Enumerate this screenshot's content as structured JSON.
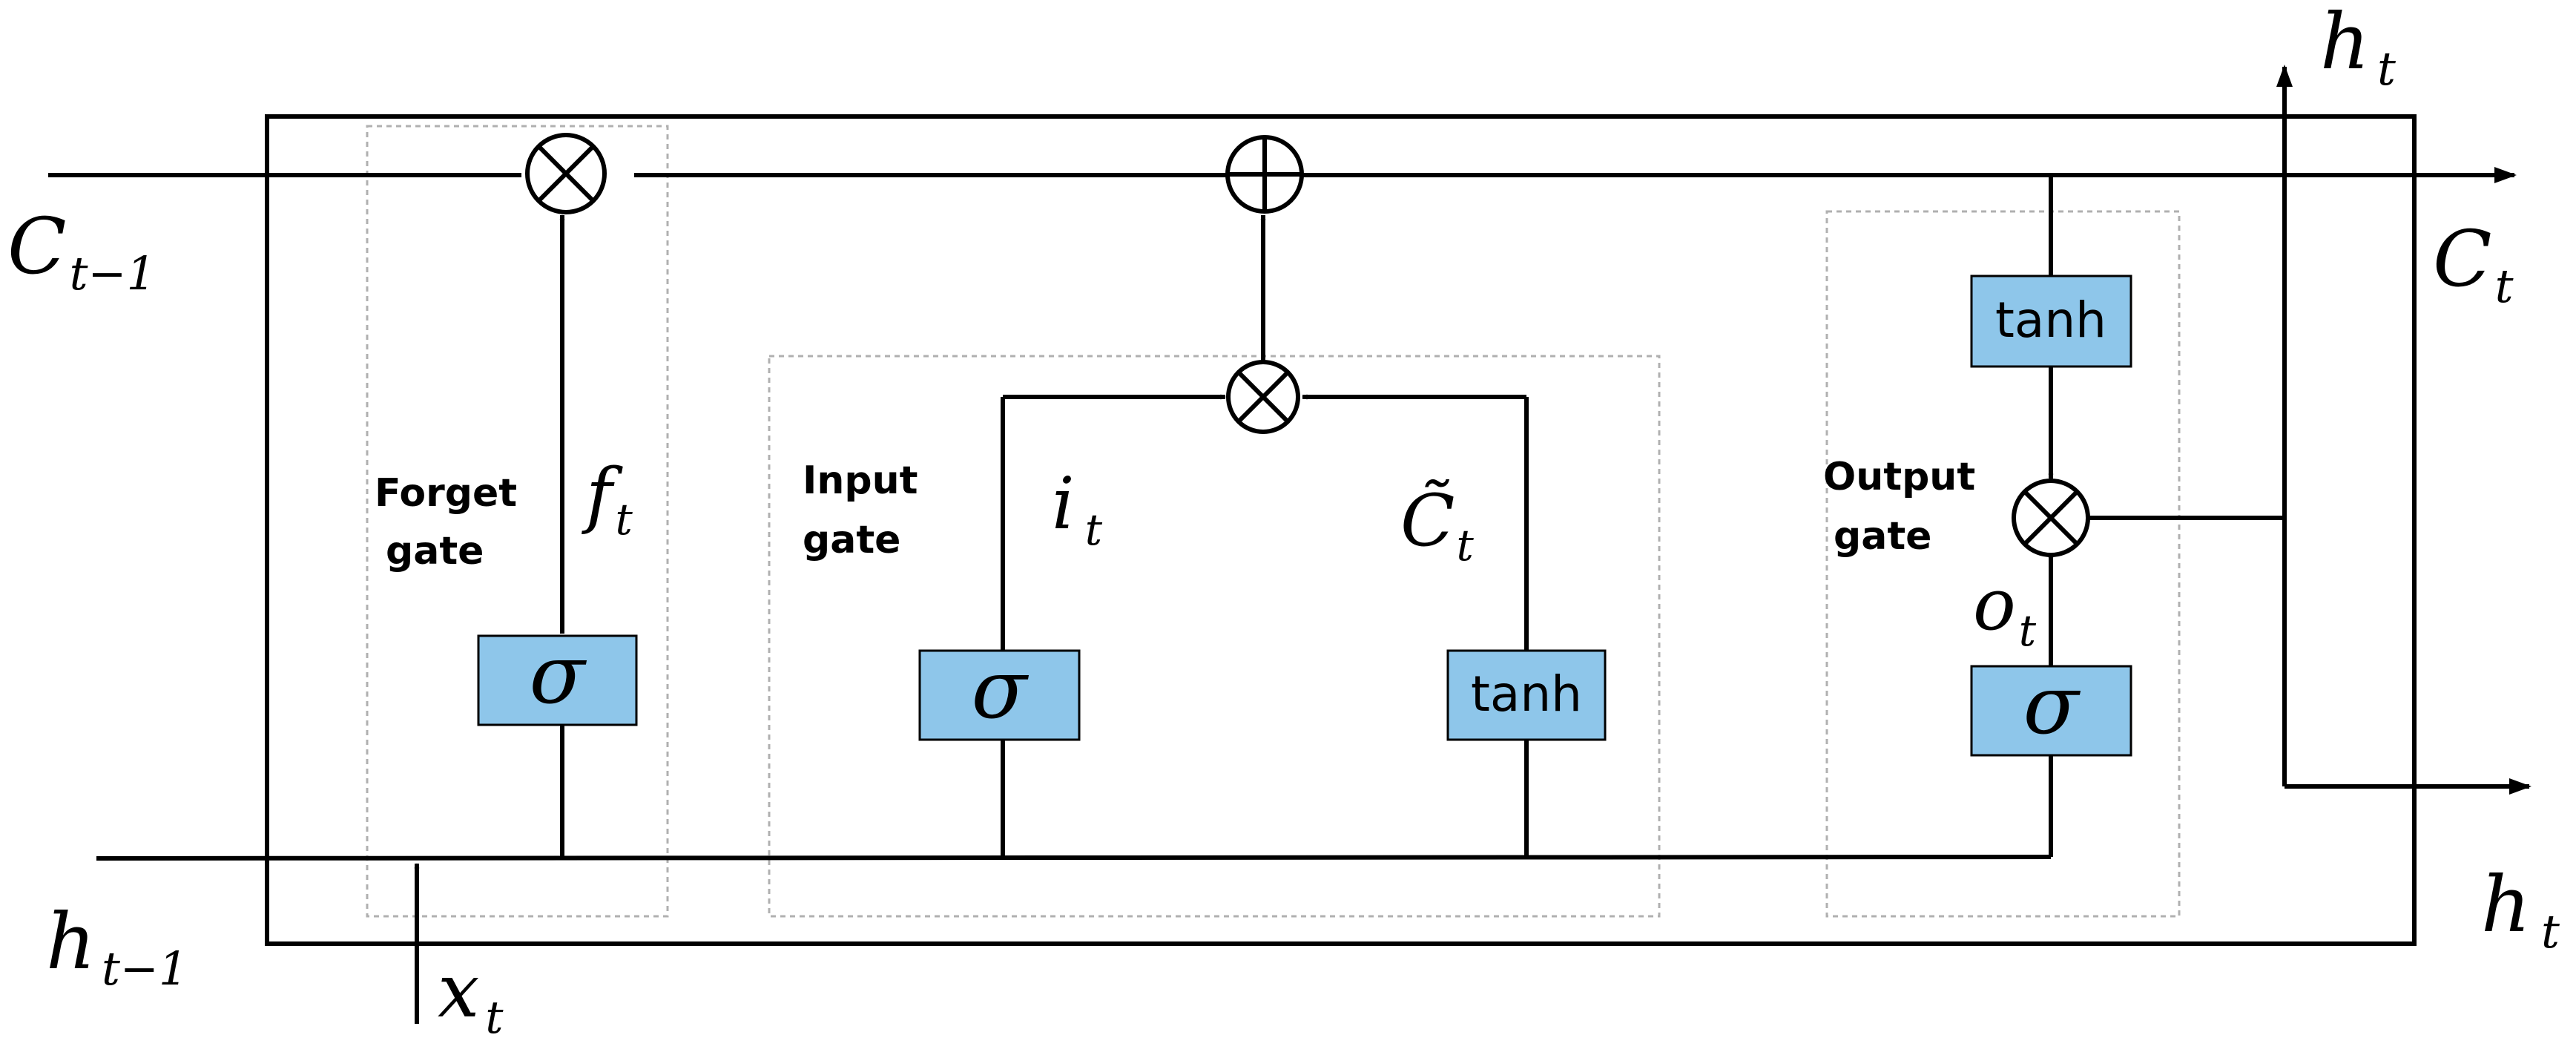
{
  "labels": {
    "c_prev": "C",
    "c_prev_sub": "t−1",
    "c_next": "C",
    "c_next_sub": "t",
    "h_prev": "h",
    "h_prev_sub": "t−1",
    "h_out_top": "h",
    "h_out_top_sub": "t",
    "h_out_right": "h",
    "h_out_right_sub": "t",
    "x_in": "x",
    "x_in_sub": "t",
    "f_gate": "f",
    "f_gate_sub": "t",
    "i_gate": "i",
    "i_gate_sub": "t",
    "c_tilde": "C̃",
    "c_tilde_sub": "t",
    "o_gate": "o",
    "o_gate_sub": "t"
  },
  "gates": {
    "forget_line1": "Forget",
    "forget_line2": "gate",
    "input_line1": "Input",
    "input_line2": "gate",
    "output_line1": "Output",
    "output_line2": "gate"
  },
  "boxes": {
    "forget_sigma": "σ",
    "input_sigma": "σ",
    "input_tanh": "tanh",
    "output_tanh": "tanh",
    "output_sigma": "σ"
  },
  "colors": {
    "activation_fill": "#8ec6ea",
    "line": "#000000",
    "dashed_border": "#b0b0b0"
  }
}
